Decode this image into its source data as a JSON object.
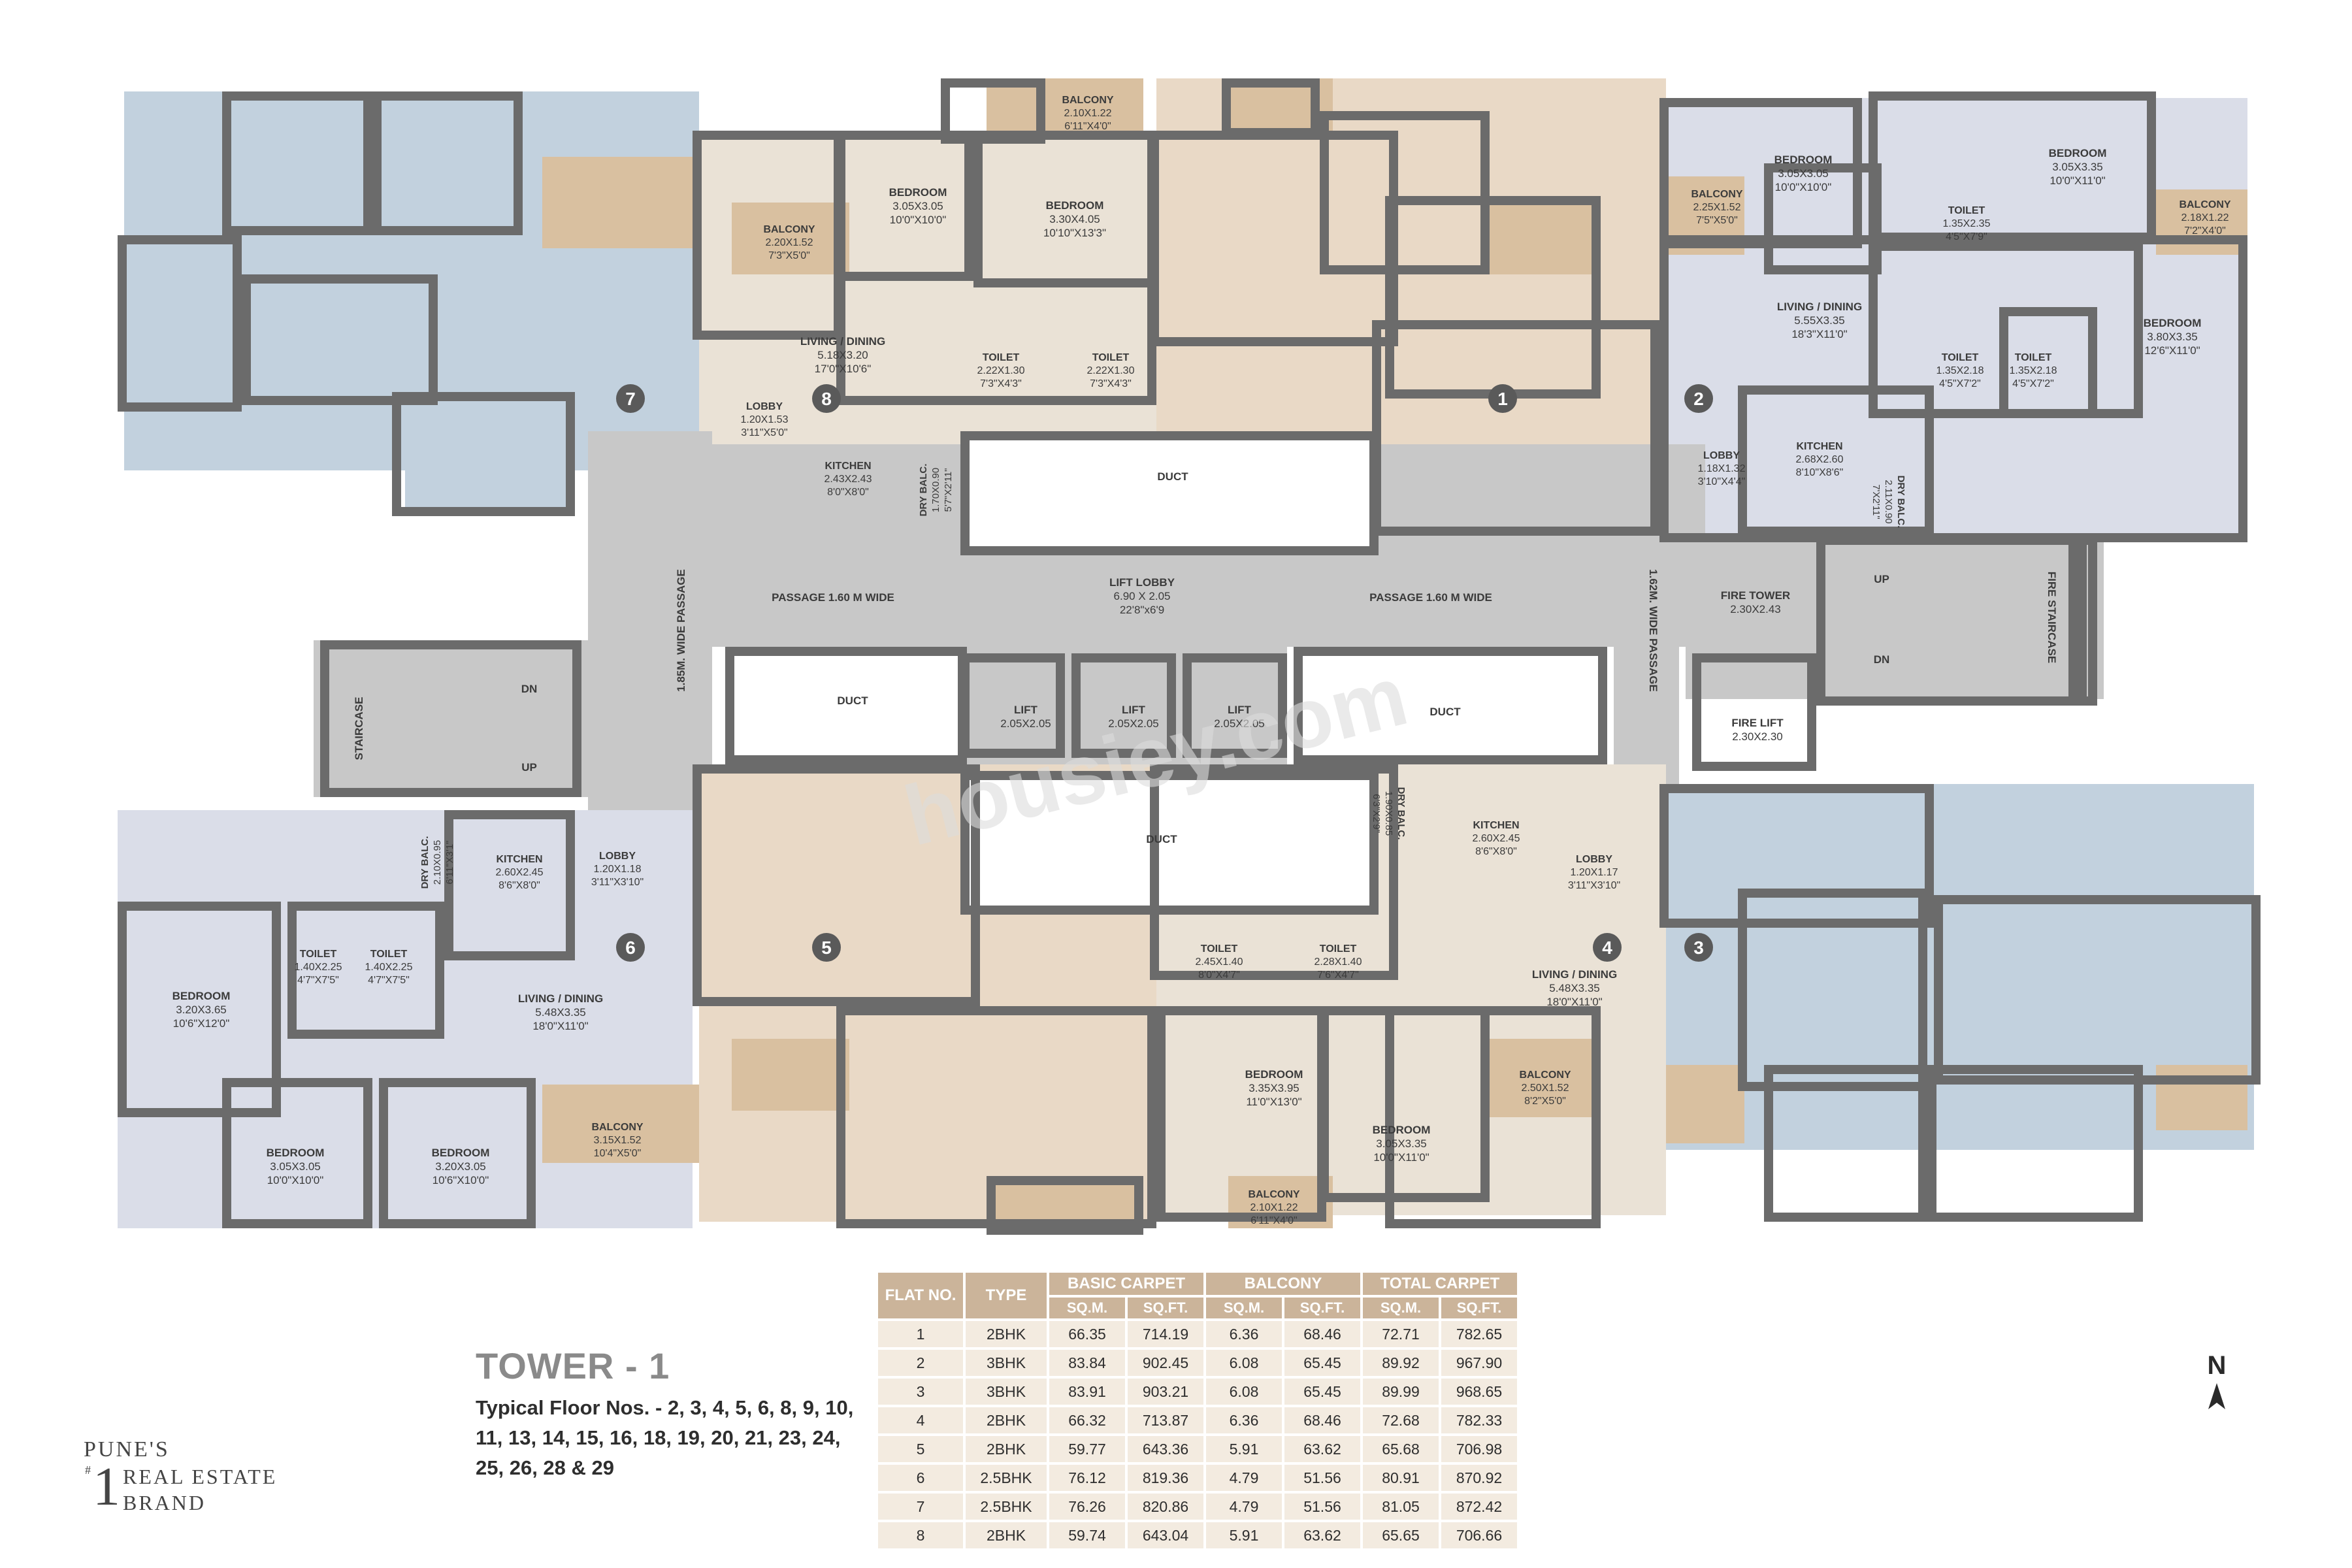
{
  "colors": {
    "wall": "#6b6b6b",
    "passage": "#c8c8c8",
    "beige": "#eae2d6",
    "tan": "#e9d9c6",
    "blue": "#c2d1de",
    "lavender": "#dadde8",
    "balcony": "#d9c0a0",
    "tableHead": "#cbb49a",
    "tableCell": "#f3ebe0"
  },
  "labels": {
    "b8a": [
      "BEDROOM",
      "3.05X3.05",
      "10'0\"X10'0\""
    ],
    "b8b": [
      "BEDROOM",
      "3.30X4.05",
      "10'10\"X13'3\""
    ],
    "bal8": [
      "BALCONY",
      "2.10X1.22",
      "6'11\"X4'0\""
    ],
    "bal8b": [
      "BALCONY",
      "2.20X1.52",
      "7'3\"X5'0\""
    ],
    "ld8": [
      "LIVING / DINING",
      "5.18X3.20",
      "17'0\"X10'6\""
    ],
    "t8a": [
      "TOILET",
      "2.22X1.30",
      "7'3\"X4'3\""
    ],
    "t8b": [
      "TOILET",
      "2.22X1.30",
      "7'3\"X4'3\""
    ],
    "lob8": [
      "LOBBY",
      "1.20X1.53",
      "3'11\"X5'0\""
    ],
    "k8": [
      "KITCHEN",
      "2.43X2.43",
      "8'0\"X8'0\""
    ],
    "db8": [
      "DRY BALC.",
      "1.70X0.90",
      "5'7\"X2'11\""
    ],
    "duct1": [
      "DUCT"
    ],
    "b2a": [
      "BEDROOM",
      "3.05X3.05",
      "10'0\"X10'0\""
    ],
    "b2b": [
      "BEDROOM",
      "3.05X3.35",
      "10'0\"X11'0\""
    ],
    "bal2": [
      "BALCONY",
      "2.25X1.52",
      "7'5\"X5'0\""
    ],
    "bal2b": [
      "BALCONY",
      "2.18X1.22",
      "7'2\"X4'0\""
    ],
    "t2a": [
      "TOILET",
      "1.35X2.35",
      "4'5\"X7'9\""
    ],
    "ld2": [
      "LIVING / DINING",
      "5.55X3.35",
      "18'3\"X11'0\""
    ],
    "t2b": [
      "TOILET",
      "1.35X2.18",
      "4'5\"X7'2\""
    ],
    "t2c": [
      "TOILET",
      "1.35X2.18",
      "4'5\"X7'2\""
    ],
    "b2c": [
      "BEDROOM",
      "3.80X3.35",
      "12'6\"X11'0\""
    ],
    "lob2": [
      "LOBBY",
      "1.18X1.32",
      "3'10\"X4'4\""
    ],
    "k2": [
      "KITCHEN",
      "2.68X2.60",
      "8'10\"X8'6\""
    ],
    "db2": [
      "DRY BALC.",
      "2.11X0.90",
      "7'X2'11\""
    ],
    "passL": [
      "PASSAGE 1.60 M WIDE"
    ],
    "lift": [
      "LIFT LOBBY",
      "6.90 X 2.05",
      "22'8\"x6'9"
    ],
    "passR": [
      "PASSAGE 1.60 M WIDE"
    ],
    "ft": [
      "FIRE TOWER",
      "2.30X2.43"
    ],
    "fs": [
      "FIRE STAIRCASE"
    ],
    "up1": [
      "UP"
    ],
    "dn1": [
      "DN"
    ],
    "wp185": [
      "1.85M. WIDE PASSAGE"
    ],
    "wp162": [
      "1.62M. WIDE PASSAGE"
    ],
    "stair": [
      "STAIRCASE"
    ],
    "dn2": [
      "DN"
    ],
    "up2": [
      "UP"
    ],
    "ductL": [
      "DUCT"
    ],
    "l1": [
      "LIFT",
      "2.05X2.05"
    ],
    "l2": [
      "LIFT",
      "2.05X2.05"
    ],
    "l3": [
      "LIFT",
      "2.05X2.05"
    ],
    "ductR": [
      "DUCT"
    ],
    "fl": [
      "FIRE LIFT",
      "2.30X2.30"
    ],
    "ductC": [
      "DUCT"
    ],
    "db4": [
      "DRY BALC.",
      "1.90X0.85",
      "6'3\"X2'9\""
    ],
    "k4": [
      "KITCHEN",
      "2.60X2.45",
      "8'6\"X8'0\""
    ],
    "lob4": [
      "LOBBY",
      "1.20X1.17",
      "3'11\"X3'10\""
    ],
    "t4a": [
      "TOILET",
      "2.45X1.40",
      "8'0\"X4'7\""
    ],
    "t4b": [
      "TOILET",
      "2.28X1.40",
      "7'6\"X4'7\""
    ],
    "ld4": [
      "LIVING / DINING",
      "5.48X3.35",
      "18'0\"X11'0\""
    ],
    "b4a": [
      "BEDROOM",
      "3.35X3.95",
      "11'0\"X13'0\""
    ],
    "b4b": [
      "BEDROOM",
      "3.05X3.35",
      "10'0\"X11'0\""
    ],
    "bal4": [
      "BALCONY",
      "2.50X1.52",
      "8'2\"X5'0\""
    ],
    "bal4b": [
      "BALCONY",
      "2.10X1.22",
      "6'11\"X4'0\""
    ],
    "db6": [
      "DRY BALC.",
      "2.10X0.95",
      "6'11\"X3'1\""
    ],
    "k6": [
      "KITCHEN",
      "2.60X2.45",
      "8'6\"X8'0\""
    ],
    "lob6": [
      "LOBBY",
      "1.20X1.18",
      "3'11\"X3'10\""
    ],
    "b6a": [
      "BEDROOM",
      "3.20X3.65",
      "10'6\"X12'0\""
    ],
    "t6a": [
      "TOILET",
      "1.40X2.25",
      "4'7\"X7'5\""
    ],
    "t6b": [
      "TOILET",
      "1.40X2.25",
      "4'7\"X7'5\""
    ],
    "ld6": [
      "LIVING / DINING",
      "5.48X3.35",
      "18'0\"X11'0\""
    ],
    "b6b": [
      "BEDROOM",
      "3.05X3.05",
      "10'0\"X10'0\""
    ],
    "b6c": [
      "BEDROOM",
      "3.20X3.05",
      "10'6\"X10'0\""
    ],
    "bal6": [
      "BALCONY",
      "3.15X1.52",
      "10'4\"X5'0\""
    ]
  },
  "units": [
    "1",
    "2",
    "3",
    "4",
    "5",
    "6",
    "7",
    "8"
  ],
  "watermark": "housiey.com",
  "tower": {
    "title": "TOWER - 1",
    "floors": "Typical Floor Nos. - 2, 3, 4, 5, 6, 8, 9, 10, 11, 13, 14, 15, 16, 18, 19, 20, 21, 23, 24, 25, 26, 28 & 29"
  },
  "brand": {
    "l1": "PUNE'S",
    "hash": "#",
    "num": "1",
    "l2": "REAL ESTATE",
    "l3": "BRAND"
  },
  "north": "N",
  "table": {
    "groups": [
      "FLAT NO.",
      "TYPE",
      "BASIC CARPET",
      "BALCONY",
      "TOTAL CARPET"
    ],
    "sub": [
      "SQ.M.",
      "SQ.FT.",
      "SQ.M.",
      "SQ.FT.",
      "SQ.M.",
      "SQ.FT."
    ],
    "rows": [
      [
        "1",
        "2BHK",
        "66.35",
        "714.19",
        "6.36",
        "68.46",
        "72.71",
        "782.65"
      ],
      [
        "2",
        "3BHK",
        "83.84",
        "902.45",
        "6.08",
        "65.45",
        "89.92",
        "967.90"
      ],
      [
        "3",
        "3BHK",
        "83.91",
        "903.21",
        "6.08",
        "65.45",
        "89.99",
        "968.65"
      ],
      [
        "4",
        "2BHK",
        "66.32",
        "713.87",
        "6.36",
        "68.46",
        "72.68",
        "782.33"
      ],
      [
        "5",
        "2BHK",
        "59.77",
        "643.36",
        "5.91",
        "63.62",
        "65.68",
        "706.98"
      ],
      [
        "6",
        "2.5BHK",
        "76.12",
        "819.36",
        "4.79",
        "51.56",
        "80.91",
        "870.92"
      ],
      [
        "7",
        "2.5BHK",
        "76.26",
        "820.86",
        "4.79",
        "51.56",
        "81.05",
        "872.42"
      ],
      [
        "8",
        "2BHK",
        "59.74",
        "643.04",
        "5.91",
        "63.62",
        "65.65",
        "706.66"
      ]
    ]
  }
}
